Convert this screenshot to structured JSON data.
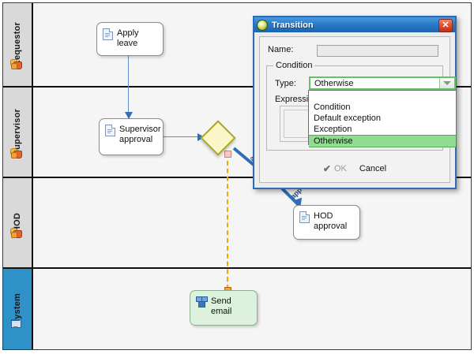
{
  "diagram": {
    "lanes": [
      {
        "label": "Requestor",
        "icon": "person-icon",
        "selected": false
      },
      {
        "label": "Supervisor",
        "icon": "person-icon",
        "selected": false
      },
      {
        "label": "HOD",
        "icon": "person-icon",
        "selected": false
      },
      {
        "label": "System",
        "icon": "system-icon",
        "selected": true
      }
    ],
    "nodes": [
      {
        "label": "Apply leave",
        "icon": "document-icon",
        "lane": "Requestor",
        "style": "white"
      },
      {
        "label": "Supervisor approval",
        "icon": "document-icon",
        "lane": "Supervisor",
        "style": "white"
      },
      {
        "label": "HOD approval",
        "icon": "document-icon",
        "lane": "HOD",
        "style": "white"
      },
      {
        "label": "Send email",
        "icon": "mail-icon",
        "lane": "System",
        "style": "green"
      }
    ],
    "decision": {
      "name": "decision-diamond",
      "shape": "diamond",
      "fill": "#fbf6c8",
      "stroke": "#a8a828"
    },
    "edge_labels": [
      "app",
      "app"
    ],
    "colors": {
      "lane_header": "#d9d9d9",
      "lane_header_selected": "#2e92c8",
      "connector": "#2f6fb5",
      "dashed_connector": "#f0a500",
      "green_node": "#ddf2dd"
    }
  },
  "dialog": {
    "title": "Transition",
    "title_icon": "transition-icon",
    "close_label": "✕",
    "name_label": "Name:",
    "name_value": "",
    "name_placeholder": "",
    "group_title": "Condition",
    "type_label": "Type:",
    "type_value": "Otherwise",
    "expression_label": "Expression:",
    "expression_value": "",
    "dropdown_options": [
      "",
      "Condition",
      "Default exception",
      "Exception",
      "Otherwise"
    ],
    "dropdown_selected": "Otherwise",
    "ok_label": "OK",
    "ok_enabled": false,
    "cancel_label": "Cancel",
    "check_glyph": "✔"
  }
}
